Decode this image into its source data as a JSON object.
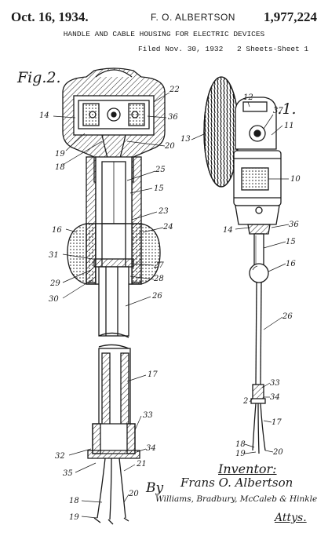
{
  "header": {
    "date": "Oct. 16, 1934.",
    "inventor": "F. O. ALBERTSON",
    "patent_number": "1,977,224",
    "title": "HANDLE AND CABLE HOUSING FOR ELECTRIC DEVICES",
    "filed": "Filed Nov. 30, 1932",
    "sheets": "2 Sheets-Sheet 1"
  },
  "figures": {
    "fig2": "Fig.2.",
    "fig1": "Fig.1."
  },
  "labels_fig2": [
    "14",
    "22",
    "36",
    "19",
    "18",
    "20",
    "25",
    "15",
    "23",
    "16",
    "24",
    "31",
    "27",
    "29",
    "28",
    "30",
    "26",
    "17",
    "33",
    "32",
    "34",
    "35",
    "21",
    "18",
    "20",
    "19"
  ],
  "labels_fig1": [
    "12",
    "37",
    "11",
    "13",
    "10",
    "14",
    "36",
    "15",
    "16",
    "26",
    "33",
    "34",
    "2",
    "17",
    "18",
    "19",
    "20"
  ],
  "signature": {
    "inventor_label": "Inventor:",
    "inventor_name": "Frans O. Albertson",
    "by": "By",
    "attorneys": "Williams, Bradbury, McCaleb & Hinkle",
    "attys_label": "Attys."
  }
}
